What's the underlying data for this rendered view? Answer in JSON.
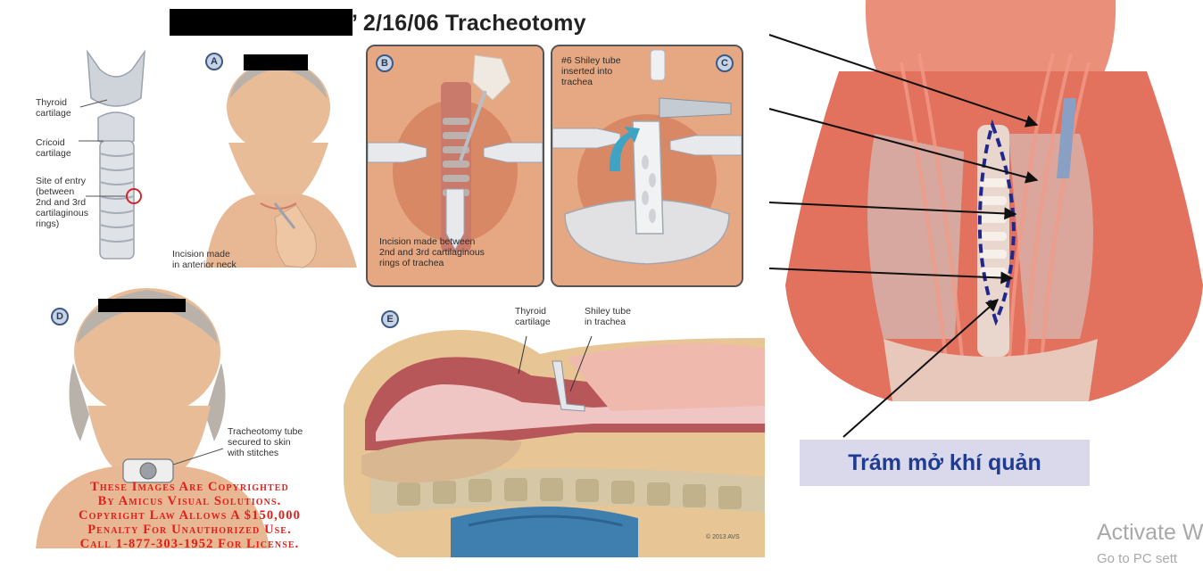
{
  "header": {
    "title": "’ 2/16/06 Tracheotomy"
  },
  "panels": {
    "a": {
      "badge": "A",
      "labels": {
        "thyroid": "Thyroid\ncartilage",
        "cricoid": "Cricoid\ncartilage",
        "entry": "Site of entry\n(between\n2nd and 3rd\ncartilaginous\nrings)",
        "incision": "Incision made\nin anterior neck"
      }
    },
    "b": {
      "badge": "B",
      "label": "Incision made between\n2nd and 3rd cartilaginous\nrings of trachea"
    },
    "c": {
      "badge": "C",
      "label": "#6 Shiley tube\ninserted into\ntrachea"
    },
    "d": {
      "badge": "D",
      "label": "Tracheotomy tube\nsecured to skin\nwith stitches"
    },
    "e": {
      "badge": "E",
      "labels": {
        "thyroid": "Thyroid\ncartilage",
        "shiley": "Shiley tube\nin trachea"
      },
      "credit": "© 2013 AVS"
    }
  },
  "copyright": "These Images Are Copyrighted\nBy Amicus Visual Solutions.\nCopyright Law Allows A $150,000\nPenalty For Unauthorized Use.\nCall 1-877-303-1952 For License.",
  "callout": {
    "text": "Trám mở khí quản",
    "bg": "#dad9ec",
    "color": "#1f3c91"
  },
  "watermark": {
    "line1": "Activate W",
    "line2": "Go to PC sett"
  },
  "colors": {
    "copyright_red": "#e0201c",
    "muscle": "#e2725e",
    "skin": "#e9bc98"
  }
}
